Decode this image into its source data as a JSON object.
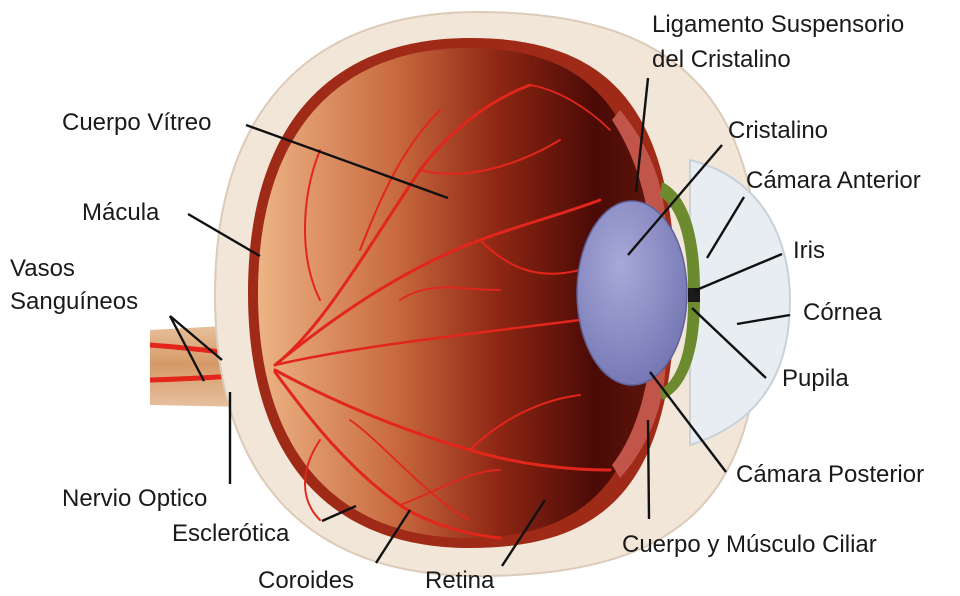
{
  "labels": {
    "ligamento_line1": "Ligamento Suspensorio",
    "ligamento_line2": "del Cristalino",
    "cuerpo_vitreo": "Cuerpo Vítreo",
    "cristalino": "Cristalino",
    "macula": "Mácula",
    "camara_anterior": "Cámara Anterior",
    "vasos_line1": "Vasos",
    "vasos_line2": "Sanguíneos",
    "iris": "Iris",
    "cornea": "Córnea",
    "pupila": "Pupila",
    "camara_posterior": "Cámara Posterior",
    "nervio_optico": "Nervio Optico",
    "esclerotica": "Esclerótica",
    "cuerpo_musculo_ciliar": "Cuerpo y Músculo Ciliar",
    "coroides": "Coroides",
    "retina": "Retina"
  },
  "colors": {
    "sclera": "#f2e6d9",
    "choroid": "#9e2a17",
    "vitreous_light": "#e6a778",
    "vitreous_dark": "#4a0a05",
    "vessels": "#e3261c",
    "lens": "#8a8cc4",
    "iris": "#6c8a2e",
    "cornea": "#e8edf2",
    "nerve": "#d9a070",
    "leader": "#111111"
  }
}
